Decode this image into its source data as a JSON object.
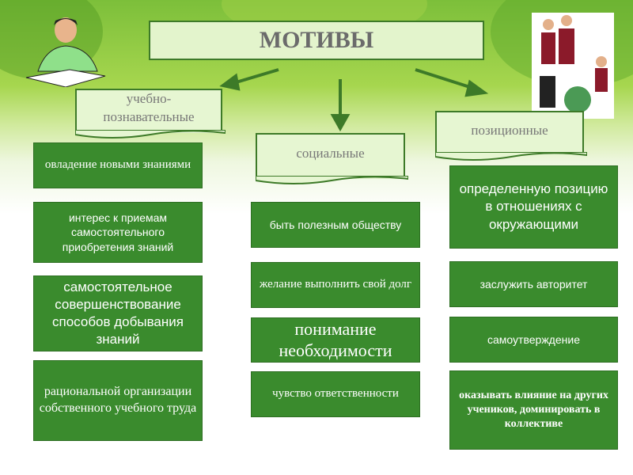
{
  "title": "МОТИВЫ",
  "categories": [
    {
      "label": "учебно-\nпознавательные",
      "items": [
        "овладение новыми знаниями",
        "интерес к приемам самостоятельного приобретения знаний",
        "самостоятельное совершенствование способов добывания знаний",
        "рациональной организации собственного учебного труда"
      ]
    },
    {
      "label": "социальные",
      "items": [
        "быть полезным обществу",
        "желание выполнить свой долг",
        "понимание необходимости",
        "чувство ответственности"
      ]
    },
    {
      "label": "позиционные",
      "items": [
        "определенную позицию в отношениях с окружающими",
        "заслужить авторитет",
        "самоутверждение",
        "оказывать влияние на других учеников, доминировать в коллективе"
      ]
    }
  ],
  "colors": {
    "box": "#3a8b2d",
    "header": "#e6f6d2",
    "border": "#3d7a28"
  }
}
